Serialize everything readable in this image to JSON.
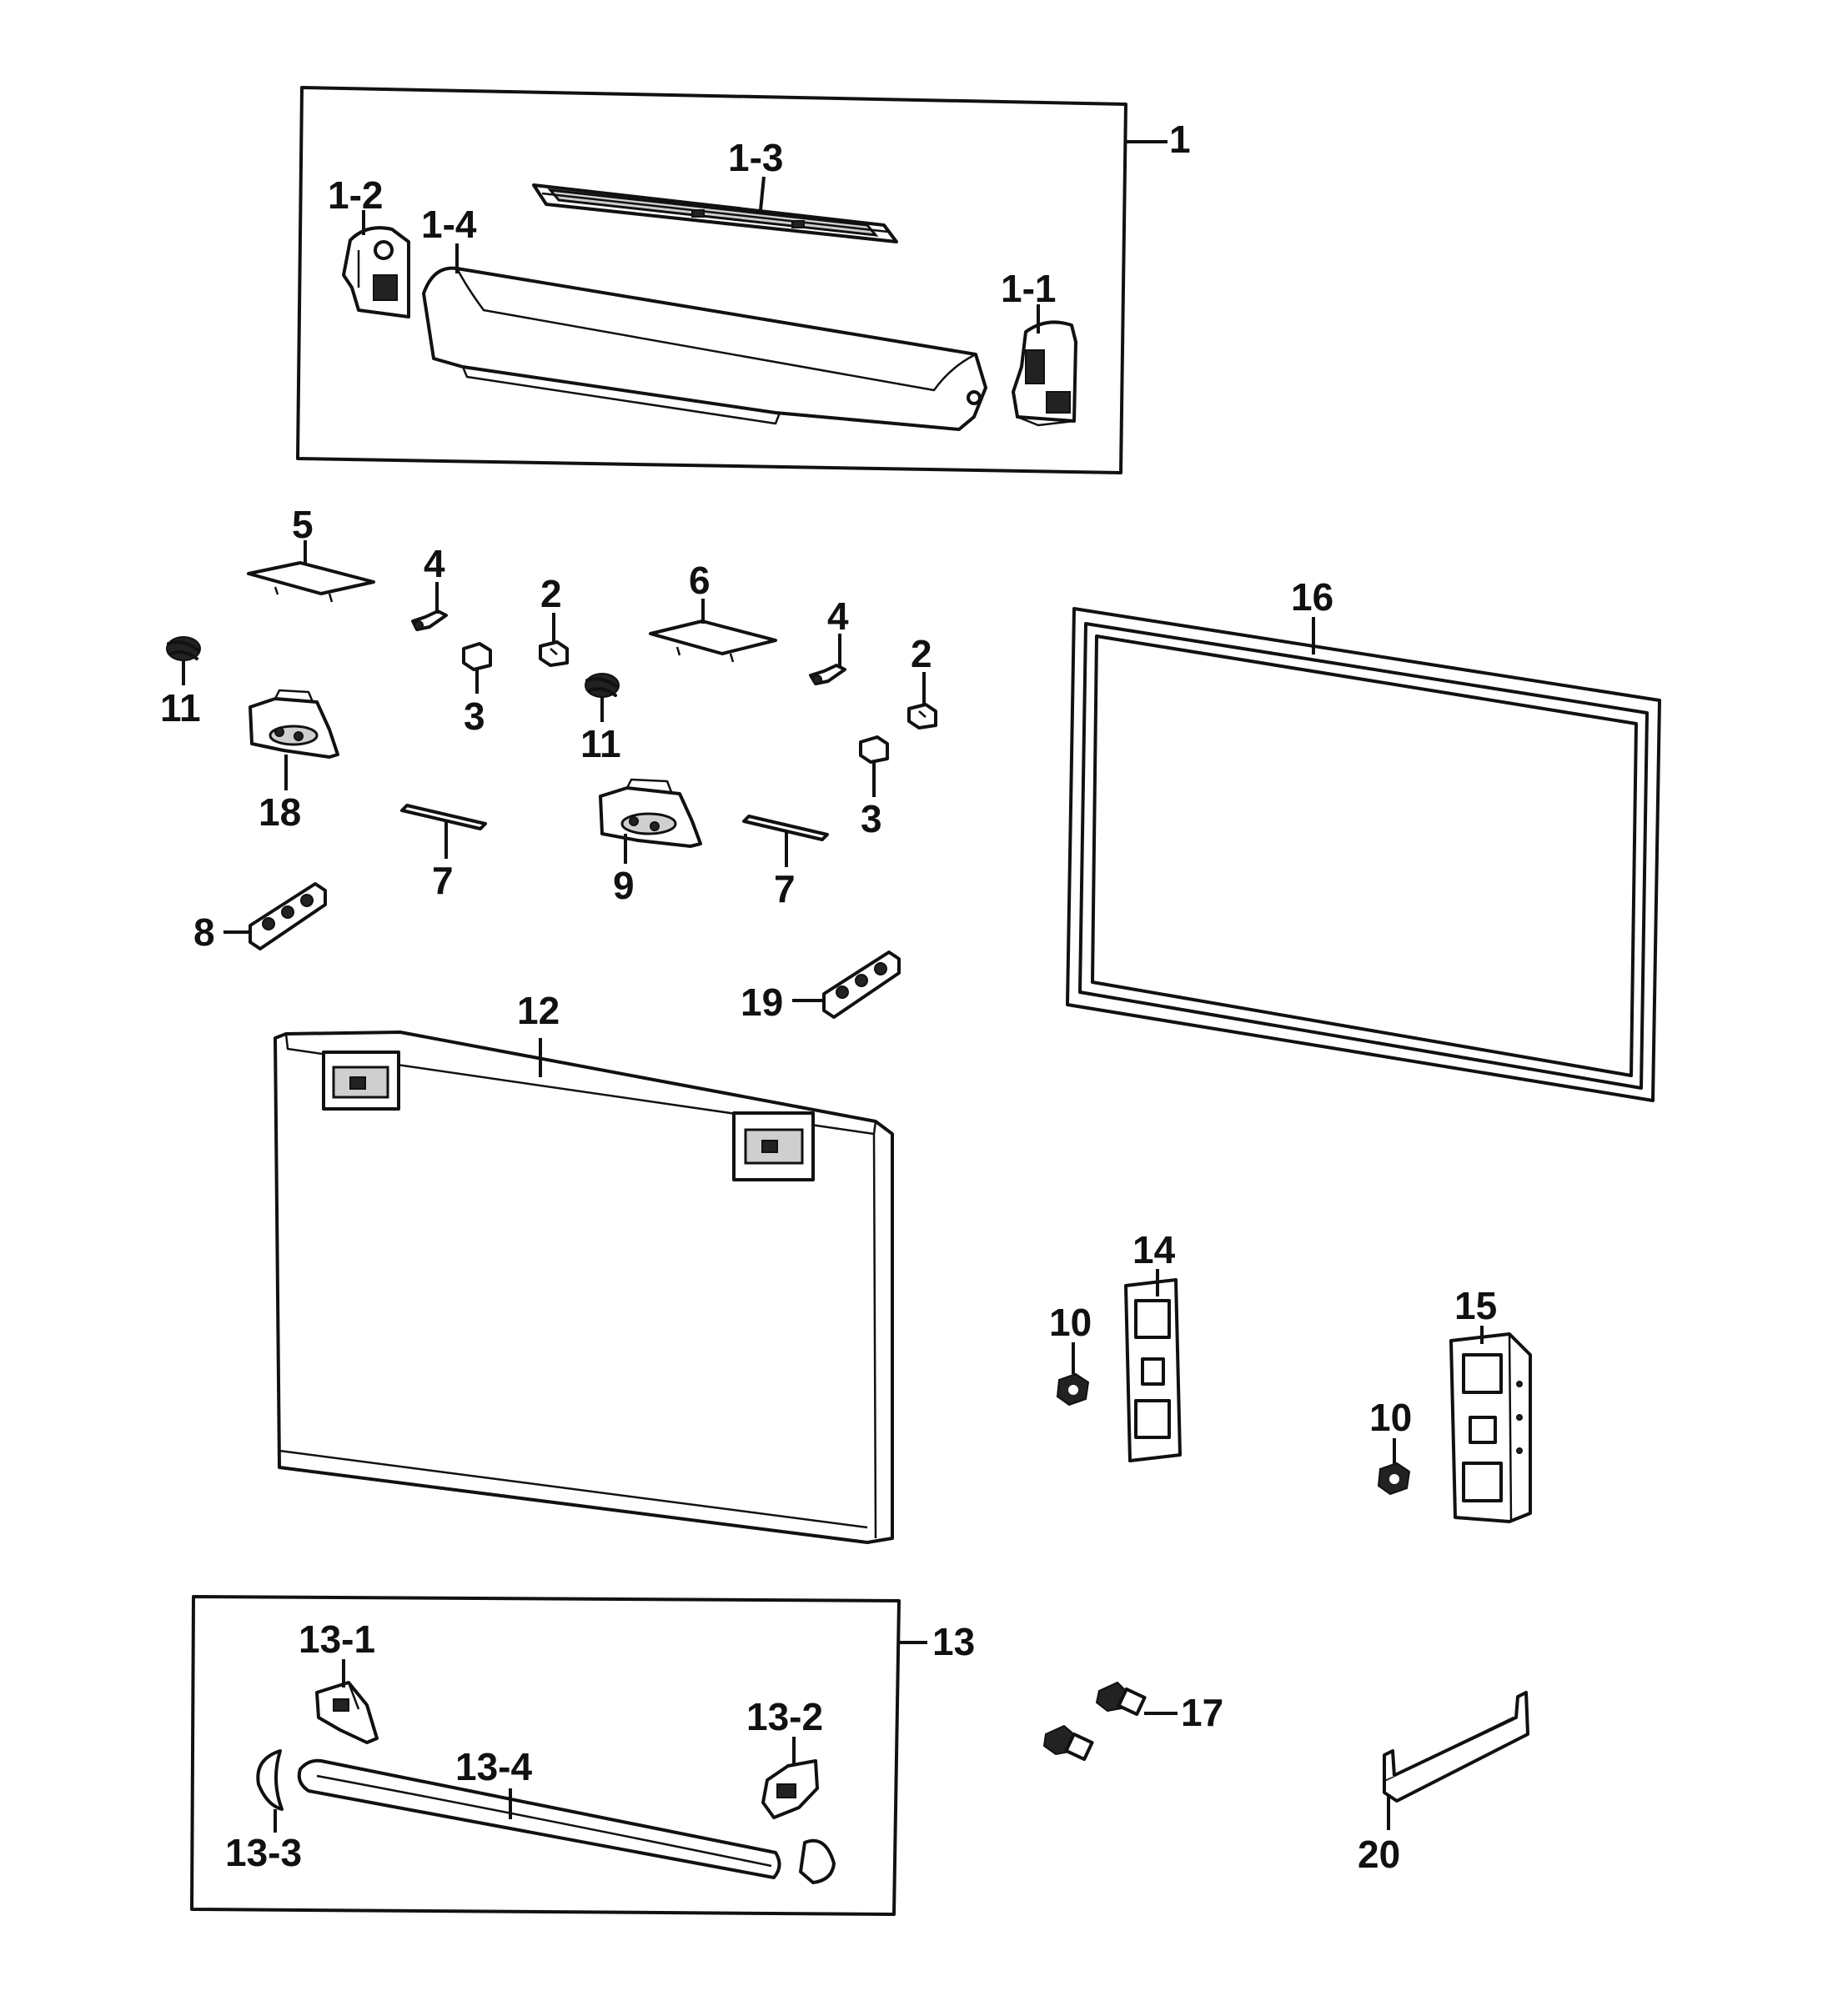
{
  "labels": {
    "p1": "1",
    "p1_1": "1-1",
    "p1_2": "1-2",
    "p1_3": "1-3",
    "p1_4": "1-4",
    "p2a": "2",
    "p2b": "2",
    "p3a": "3",
    "p3b": "3",
    "p4a": "4",
    "p4b": "4",
    "p5": "5",
    "p6": "6",
    "p7a": "7",
    "p7b": "7",
    "p8": "8",
    "p9": "9",
    "p10a": "10",
    "p10b": "10",
    "p11a": "11",
    "p11b": "11",
    "p12": "12",
    "p13": "13",
    "p13_1": "13-1",
    "p13_2": "13-2",
    "p13_3": "13-3",
    "p13_4": "13-4",
    "p14": "14",
    "p15": "15",
    "p16": "16",
    "p17": "17",
    "p18": "18",
    "p19": "19",
    "p20": "20"
  }
}
